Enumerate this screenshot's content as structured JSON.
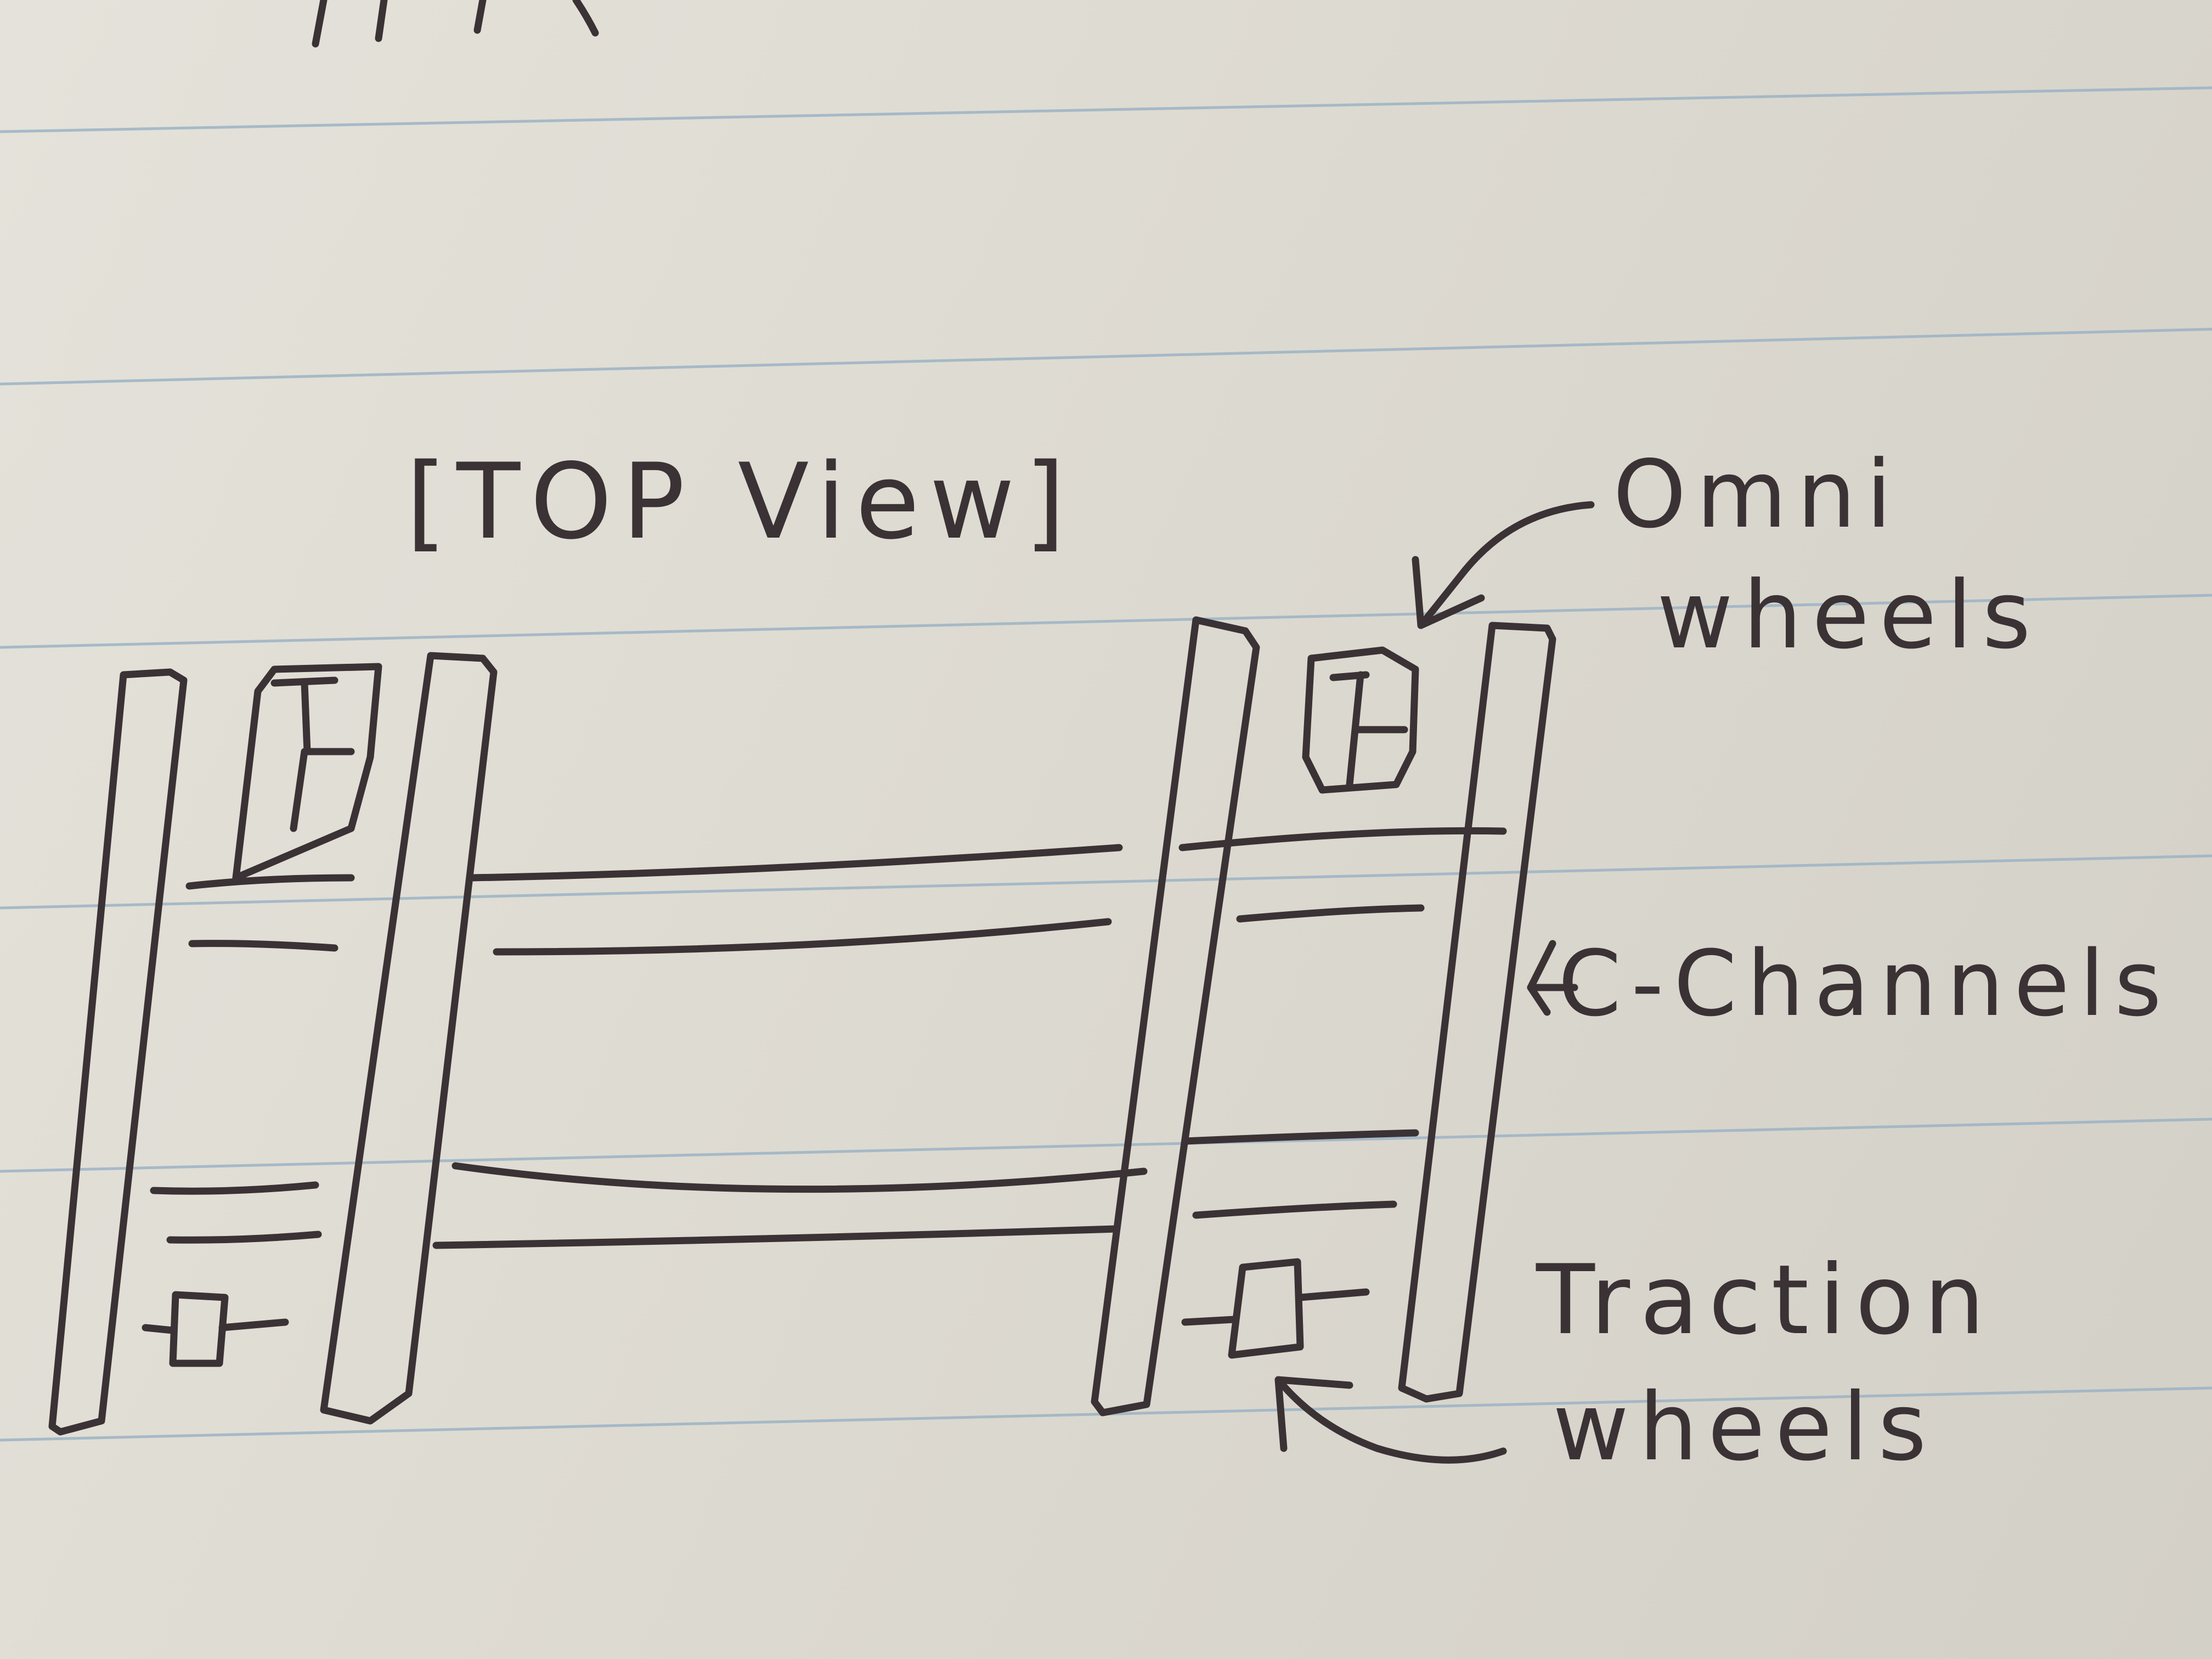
{
  "title": "[TOP View]",
  "labels": {
    "omni": [
      "Omni",
      "wheels"
    ],
    "channels": "C-Channels",
    "traction": [
      "Traction",
      "wheels"
    ]
  },
  "colors": {
    "paper": "#dedbd2",
    "ink": "#3a3234",
    "rule": "#9bb3c4"
  }
}
